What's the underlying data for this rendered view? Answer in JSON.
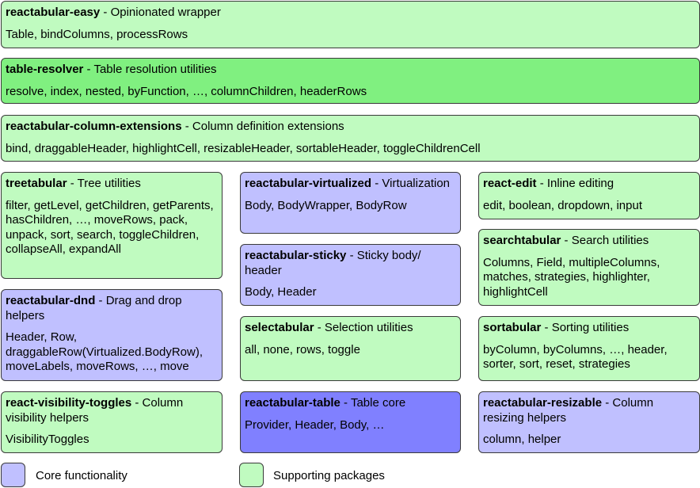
{
  "colors": {
    "light_green": "#c0fbc0",
    "green": "#80f080",
    "lavender": "#c0c0ff",
    "blue": "#8080ff",
    "border": "#3a3a3a"
  },
  "packages": {
    "easy": {
      "name": "reactabular-easy",
      "desc": " - Opinionated wrapper",
      "items": "Table, bindColumns, processRows"
    },
    "resolver": {
      "name": "table-resolver",
      "desc": " - Table resolution utilities",
      "items": "resolve, index, nested, byFunction, …, columnChildren, headerRows"
    },
    "column_ext": {
      "name": "reactabular-column-extensions",
      "desc": " - Column definition extensions",
      "items": "bind, draggableHeader, highlightCell, resizableHeader, sortableHeader, toggleChildrenCell"
    },
    "tree": {
      "name": "treetabular",
      "desc": " - Tree utilities",
      "items": "filter, getLevel, getChildren, getParents, hasChildren, …, moveRows, pack, unpack, sort, search, toggleChildren, collapseAll, expandAll"
    },
    "dnd": {
      "name": "reactabular-dnd",
      "desc": " - Drag and drop helpers",
      "items": "Header, Row, draggableRow(Virtualized.BodyRow), moveLabels, moveRows, …, move"
    },
    "visibility": {
      "name": "react-visibility-toggles",
      "desc": " - Column visibility helpers",
      "items": "VisibilityToggles"
    },
    "virtualized": {
      "name": "reactabular-virtualized",
      "desc": " - Virtualization",
      "items": "Body, BodyWrapper, BodyRow"
    },
    "sticky": {
      "name": "reactabular-sticky",
      "desc": " - Sticky body/ header",
      "items": "Body, Header"
    },
    "select": {
      "name": "selectabular",
      "desc": " - Selection utilities",
      "items": "all, none, rows, toggle"
    },
    "table": {
      "name": "reactabular-table",
      "desc": " - Table core",
      "items": "Provider, Header, Body, …"
    },
    "edit": {
      "name": "react-edit",
      "desc": " - Inline editing",
      "items": "edit, boolean, dropdown, input"
    },
    "search": {
      "name": "searchtabular",
      "desc": " - Search utilities",
      "items": "Columns, Field, multipleColumns, matches, strategies, highlighter, highlightCell"
    },
    "sort": {
      "name": "sortabular",
      "desc": " - Sorting utilities",
      "items": "byColumn, byColumns, …, header, sorter, sort, reset, strategies"
    },
    "resizable": {
      "name": "reactabular-resizable",
      "desc": " - Column resizing helpers",
      "items": "column, helper"
    }
  },
  "legend": {
    "core": "Core functionality",
    "supporting": "Supporting packages"
  }
}
